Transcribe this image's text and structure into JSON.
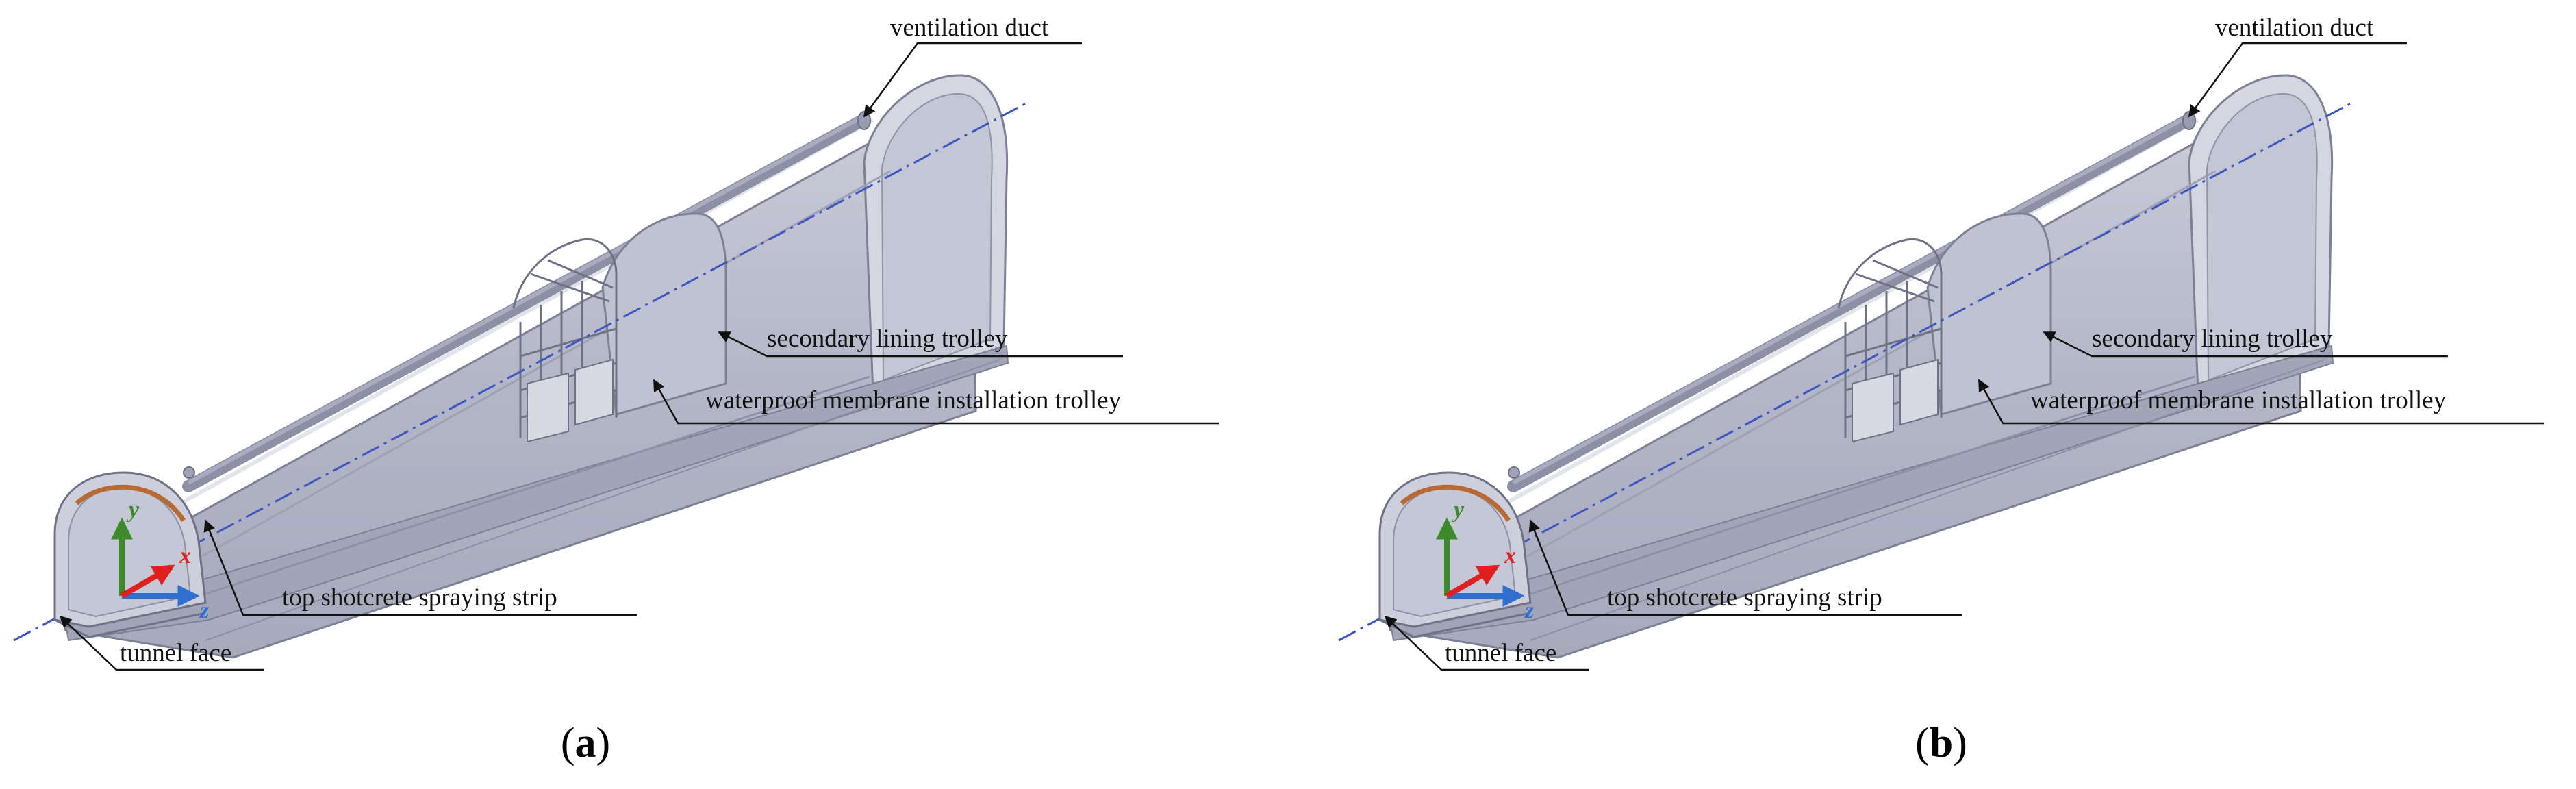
{
  "panels": [
    {
      "caption_open": "(",
      "caption_letter": "a",
      "caption_close": ")",
      "labels": {
        "ventilation_duct": "ventilation duct",
        "secondary_lining_trolley": "secondary lining trolley",
        "waterproof_membrane_trolley": "waterproof membrane installation trolley",
        "top_shotcrete_strip": "top shotcrete spraying strip",
        "tunnel_face": "tunnel face"
      },
      "axes": {
        "x": "x",
        "y": "y",
        "z": "z"
      }
    },
    {
      "caption_open": "(",
      "caption_letter": "b",
      "caption_close": ")",
      "labels": {
        "ventilation_duct": "ventilation duct",
        "secondary_lining_trolley": "secondary lining trolley",
        "waterproof_membrane_trolley": "waterproof membrane installation trolley",
        "top_shotcrete_strip": "top shotcrete spraying strip",
        "tunnel_face": "tunnel face"
      },
      "axes": {
        "x": "x",
        "y": "y",
        "z": "z"
      }
    }
  ],
  "colors": {
    "tunnel_fill": "#b9bccc",
    "tunnel_light": "#d4d6e1",
    "tunnel_dark": "#9a9db0",
    "outline": "#7e8195",
    "centerline": "#3f55c0",
    "axis_x": "#e02020",
    "axis_y": "#3c8a2a",
    "axis_z": "#2f6fd0",
    "shotcrete": "#b86a34"
  }
}
